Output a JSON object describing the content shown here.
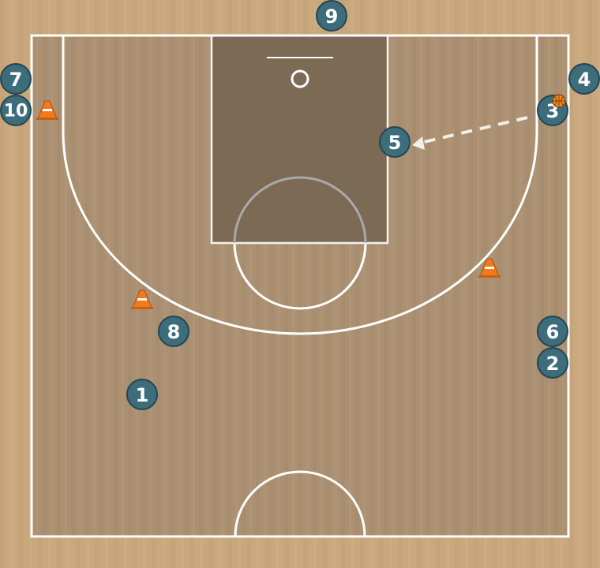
{
  "colors": {
    "floor": "#c9a87d",
    "court": "#ab9172",
    "paint": "#7d6a55",
    "lines": "#ffffff",
    "player_fill": "#3d6c7b",
    "player_stroke": "#234652",
    "cone": "#f07a1c",
    "ball": "#f08a1e"
  },
  "players": [
    {
      "id": "p1",
      "label": "1"
    },
    {
      "id": "p2",
      "label": "2"
    },
    {
      "id": "p3",
      "label": "3"
    },
    {
      "id": "p4",
      "label": "4"
    },
    {
      "id": "p5",
      "label": "5"
    },
    {
      "id": "p6",
      "label": "6"
    },
    {
      "id": "p7",
      "label": "7"
    },
    {
      "id": "p8",
      "label": "8"
    },
    {
      "id": "p9",
      "label": "9"
    },
    {
      "id": "p10",
      "label": "10"
    }
  ],
  "pass": {
    "from": "3",
    "to": "5",
    "style": "dashed"
  },
  "ball_holder": "3",
  "cone_count": 3
}
